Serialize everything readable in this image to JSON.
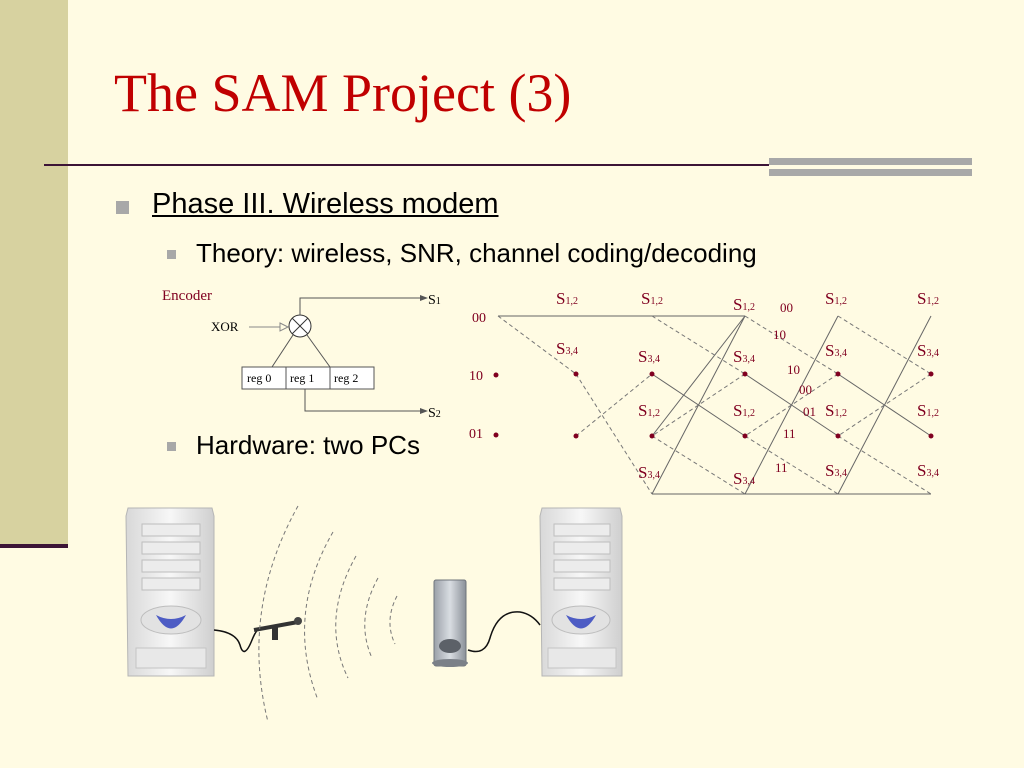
{
  "slide": {
    "title": "The SAM Project (3)",
    "bullets": [
      {
        "text": "Phase III. Wireless modem"
      },
      {
        "text": "Theory: wireless, SNR, channel coding/decoding"
      },
      {
        "text": "Hardware: two PCs"
      }
    ]
  },
  "encoder": {
    "label": "Encoder",
    "xor_label": "XOR",
    "registers": [
      "reg 0",
      "reg 1",
      "reg 2"
    ],
    "out1_base": "S",
    "out1_sub": "1",
    "out2_base": "S",
    "out2_sub": "2"
  },
  "trellis": {
    "state_labels": [
      "00",
      "10",
      "01"
    ],
    "s12": {
      "base": "S",
      "sub": "1,2"
    },
    "s34": {
      "base": "S",
      "sub": "3,4"
    },
    "edge_labels": [
      "00",
      "10",
      "10",
      "00",
      "01",
      "11",
      "11"
    ]
  },
  "colors": {
    "title": "#c00000",
    "diagram_label": "#800020",
    "sidebar": "#d7d2a0",
    "rule": "#3c1436"
  }
}
